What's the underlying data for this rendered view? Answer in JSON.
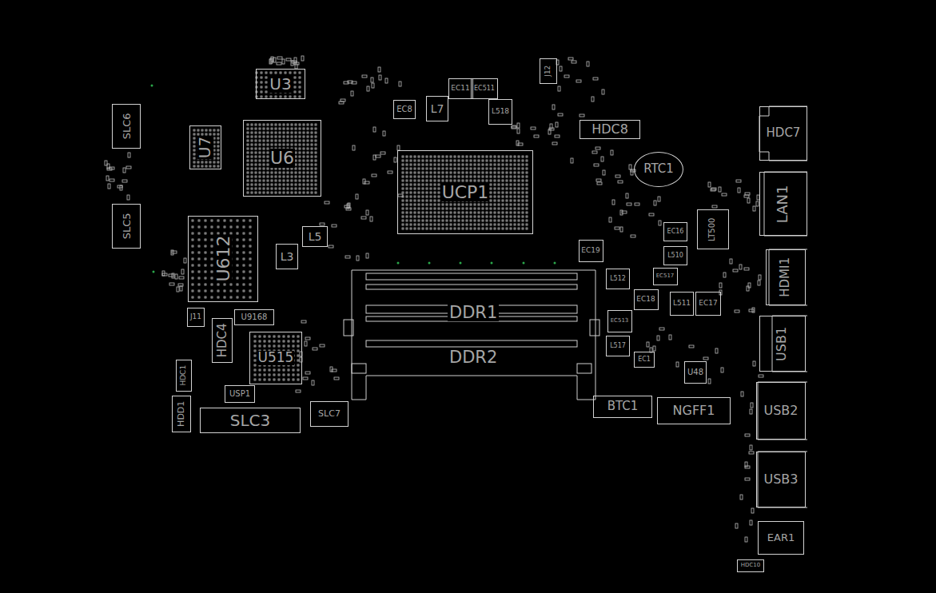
{
  "diagram": {
    "nodes": [
      {
        "text": [
          "U3"
        ]
      },
      {
        "text": [
          "U7"
        ]
      },
      {
        "text": [
          "U6"
        ]
      },
      {
        "text": [
          "SLC6"
        ]
      },
      {
        "text": [
          "SLC5"
        ]
      },
      {
        "text": [
          "U612"
        ]
      },
      {
        "text": [
          "UCP1"
        ]
      },
      {
        "text": [
          "EC8"
        ]
      },
      {
        "text": [
          "L7"
        ]
      },
      {
        "text": [
          "EC11"
        ]
      },
      {
        "text": [
          "EC511"
        ]
      },
      {
        "text": [
          "L518"
        ]
      },
      {
        "text": [
          "J12"
        ]
      },
      {
        "text": [
          "HDC8"
        ]
      },
      {
        "text": [
          "RTC1"
        ]
      },
      {
        "text": [
          "HDC7"
        ]
      },
      {
        "text": [
          "LAN1"
        ]
      },
      {
        "text": [
          "EC16"
        ]
      },
      {
        "text": [
          "LT500"
        ]
      },
      {
        "text": [
          "L510"
        ]
      },
      {
        "text": [
          "HDMI1"
        ]
      },
      {
        "text": [
          "EC19"
        ]
      },
      {
        "text": [
          "L512"
        ]
      },
      {
        "text": [
          "EC517"
        ]
      },
      {
        "text": [
          "EC18"
        ]
      },
      {
        "text": [
          "L511"
        ]
      },
      {
        "text": [
          "EC17"
        ]
      },
      {
        "text": [
          "EC513"
        ]
      },
      {
        "text": [
          "L517"
        ]
      },
      {
        "text": [
          "EC1"
        ]
      },
      {
        "text": [
          "USB1"
        ]
      },
      {
        "text": [
          "U48"
        ]
      },
      {
        "text": [
          "BTC1"
        ]
      },
      {
        "text": [
          "NGFF1"
        ]
      },
      {
        "text": [
          "USB2"
        ]
      },
      {
        "text": [
          "USB3"
        ]
      },
      {
        "text": [
          "EAR1"
        ]
      },
      {
        "text": [
          "HDC10"
        ]
      },
      {
        "text": [
          "SLC3"
        ]
      },
      {
        "text": [
          "SLC7"
        ]
      },
      {
        "text": [
          "U515"
        ]
      },
      {
        "text": [
          "U9168"
        ]
      },
      {
        "text": [
          "HDC4"
        ]
      },
      {
        "text": [
          "J11"
        ]
      },
      {
        "text": [
          "HDC1"
        ]
      },
      {
        "text": [
          "HDD1"
        ]
      },
      {
        "text": [
          "USP1"
        ]
      },
      {
        "text": [
          "L5"
        ]
      },
      {
        "text": [
          "L3"
        ]
      }
    ],
    "labels": [
      "DDR1",
      "DDR2"
    ]
  }
}
